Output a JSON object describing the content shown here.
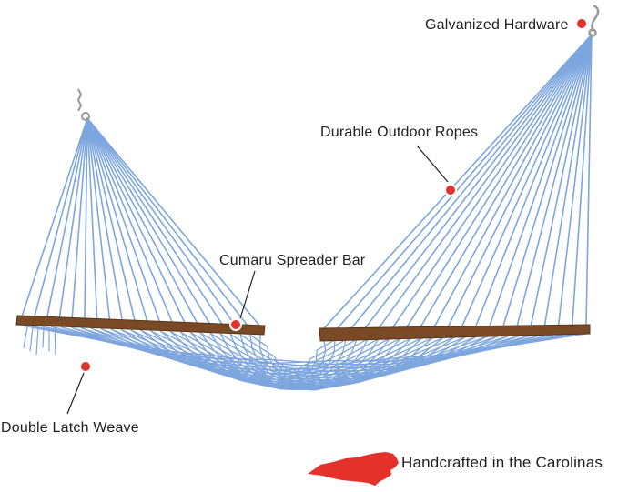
{
  "callouts": {
    "hardware": "Galvanized Hardware",
    "ropes": "Durable Outdoor Ropes",
    "spreader_bar": "Cumaru Spreader Bar",
    "weave": "Double Latch Weave"
  },
  "origin": {
    "text": "Handcrafted in the Carolinas",
    "icon": "north-carolina-state-icon"
  },
  "colors": {
    "rope": "#7ea6de",
    "wood": "#7a4a26",
    "marker": "#e5312c",
    "state": "#e5312c",
    "text": "#1f1f1f"
  }
}
